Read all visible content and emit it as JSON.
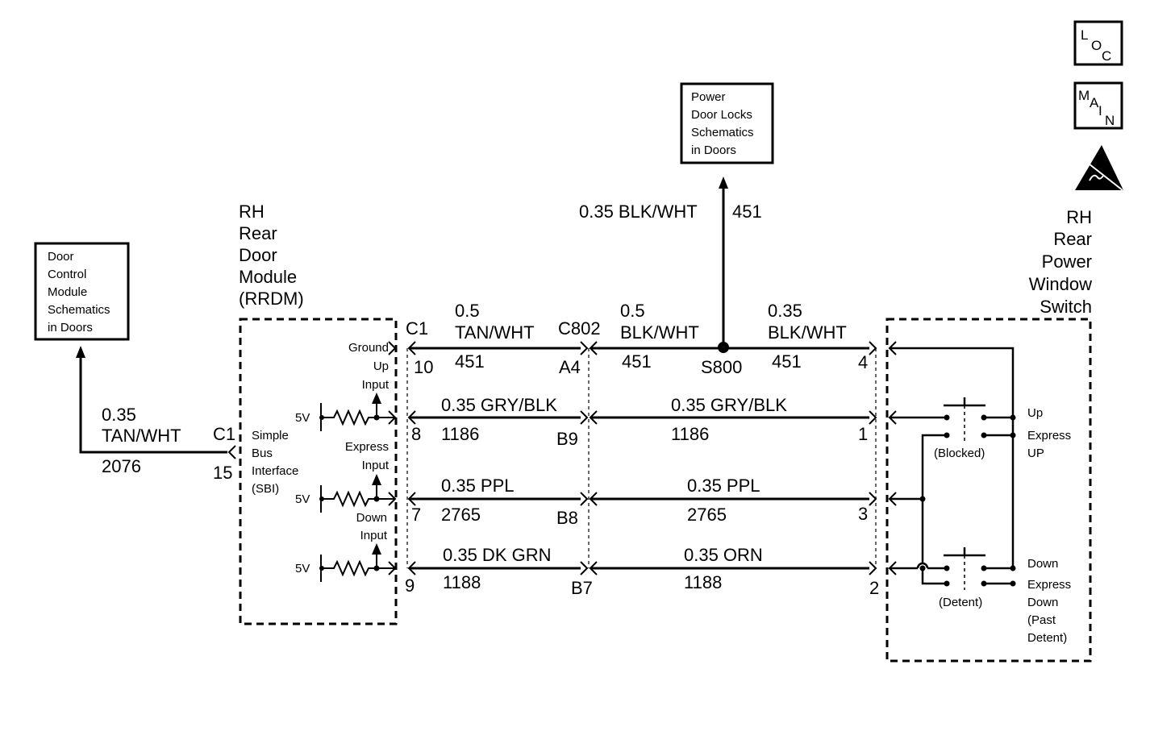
{
  "icons": {
    "loc": [
      "L",
      "O",
      "C"
    ],
    "main": [
      "M",
      "A",
      "I",
      "N"
    ]
  },
  "ref_boxes": {
    "dcm": [
      "Door",
      "Control",
      "Module",
      "Schematics",
      "in Doors"
    ],
    "pdl": [
      "Power",
      "Door Locks",
      "Schematics",
      "in Doors"
    ]
  },
  "rrdm": {
    "title": [
      "RH",
      "Rear",
      "Door",
      "Module",
      "(RRDM)"
    ],
    "sbi": [
      "Simple",
      "Bus",
      "Interface",
      "(SBI)"
    ],
    "inputs": {
      "ground_up": [
        "Ground",
        "Up",
        "Input"
      ],
      "express": [
        "Express",
        "Input"
      ],
      "down": [
        "Down",
        "Input"
      ]
    },
    "vref": "5V"
  },
  "switch": {
    "title": [
      "RH",
      "Rear",
      "Power",
      "Window",
      "Switch"
    ],
    "labels": {
      "up": "Up",
      "express_up": [
        "Express",
        "UP"
      ],
      "blocked": "(Blocked)",
      "down": "Down",
      "express_down": [
        "Express",
        "Down",
        "(Past",
        "Detent)"
      ],
      "detent": "(Detent)"
    }
  },
  "left_wire": {
    "size": "0.35",
    "color": "TAN/WHT",
    "circuit": "2076",
    "connector": "C1",
    "pin": "15"
  },
  "splice": {
    "wire": "0.35 BLK/WHT",
    "circuit": "451",
    "name": "S800"
  },
  "connectors": {
    "c1": "C1",
    "c802": "C802"
  },
  "rows": [
    {
      "left_wire": [
        "0.5",
        "TAN/WHT"
      ],
      "left_circuit": "451",
      "right_wire_a": [
        "0.5",
        "BLK/WHT"
      ],
      "right_circuit_a": "451",
      "right_wire_b": [
        "0.35",
        "BLK/WHT"
      ],
      "right_circuit_b": "451",
      "c1_pin": "10",
      "c802_pin": "A4",
      "switch_pin": "4"
    },
    {
      "left_wire": "0.35 GRY/BLK",
      "left_circuit": "1186",
      "right_wire": "0.35 GRY/BLK",
      "right_circuit": "1186",
      "c1_pin": "8",
      "c802_pin": "B9",
      "switch_pin": "1"
    },
    {
      "left_wire": "0.35 PPL",
      "left_circuit": "2765",
      "right_wire": "0.35 PPL",
      "right_circuit": "2765",
      "c1_pin": "7",
      "c802_pin": "B8",
      "switch_pin": "3"
    },
    {
      "left_wire": "0.35 DK GRN",
      "left_circuit": "1188",
      "right_wire": "0.35 ORN",
      "right_circuit": "1188",
      "c1_pin": "9",
      "c802_pin": "B7",
      "switch_pin": "2"
    }
  ]
}
